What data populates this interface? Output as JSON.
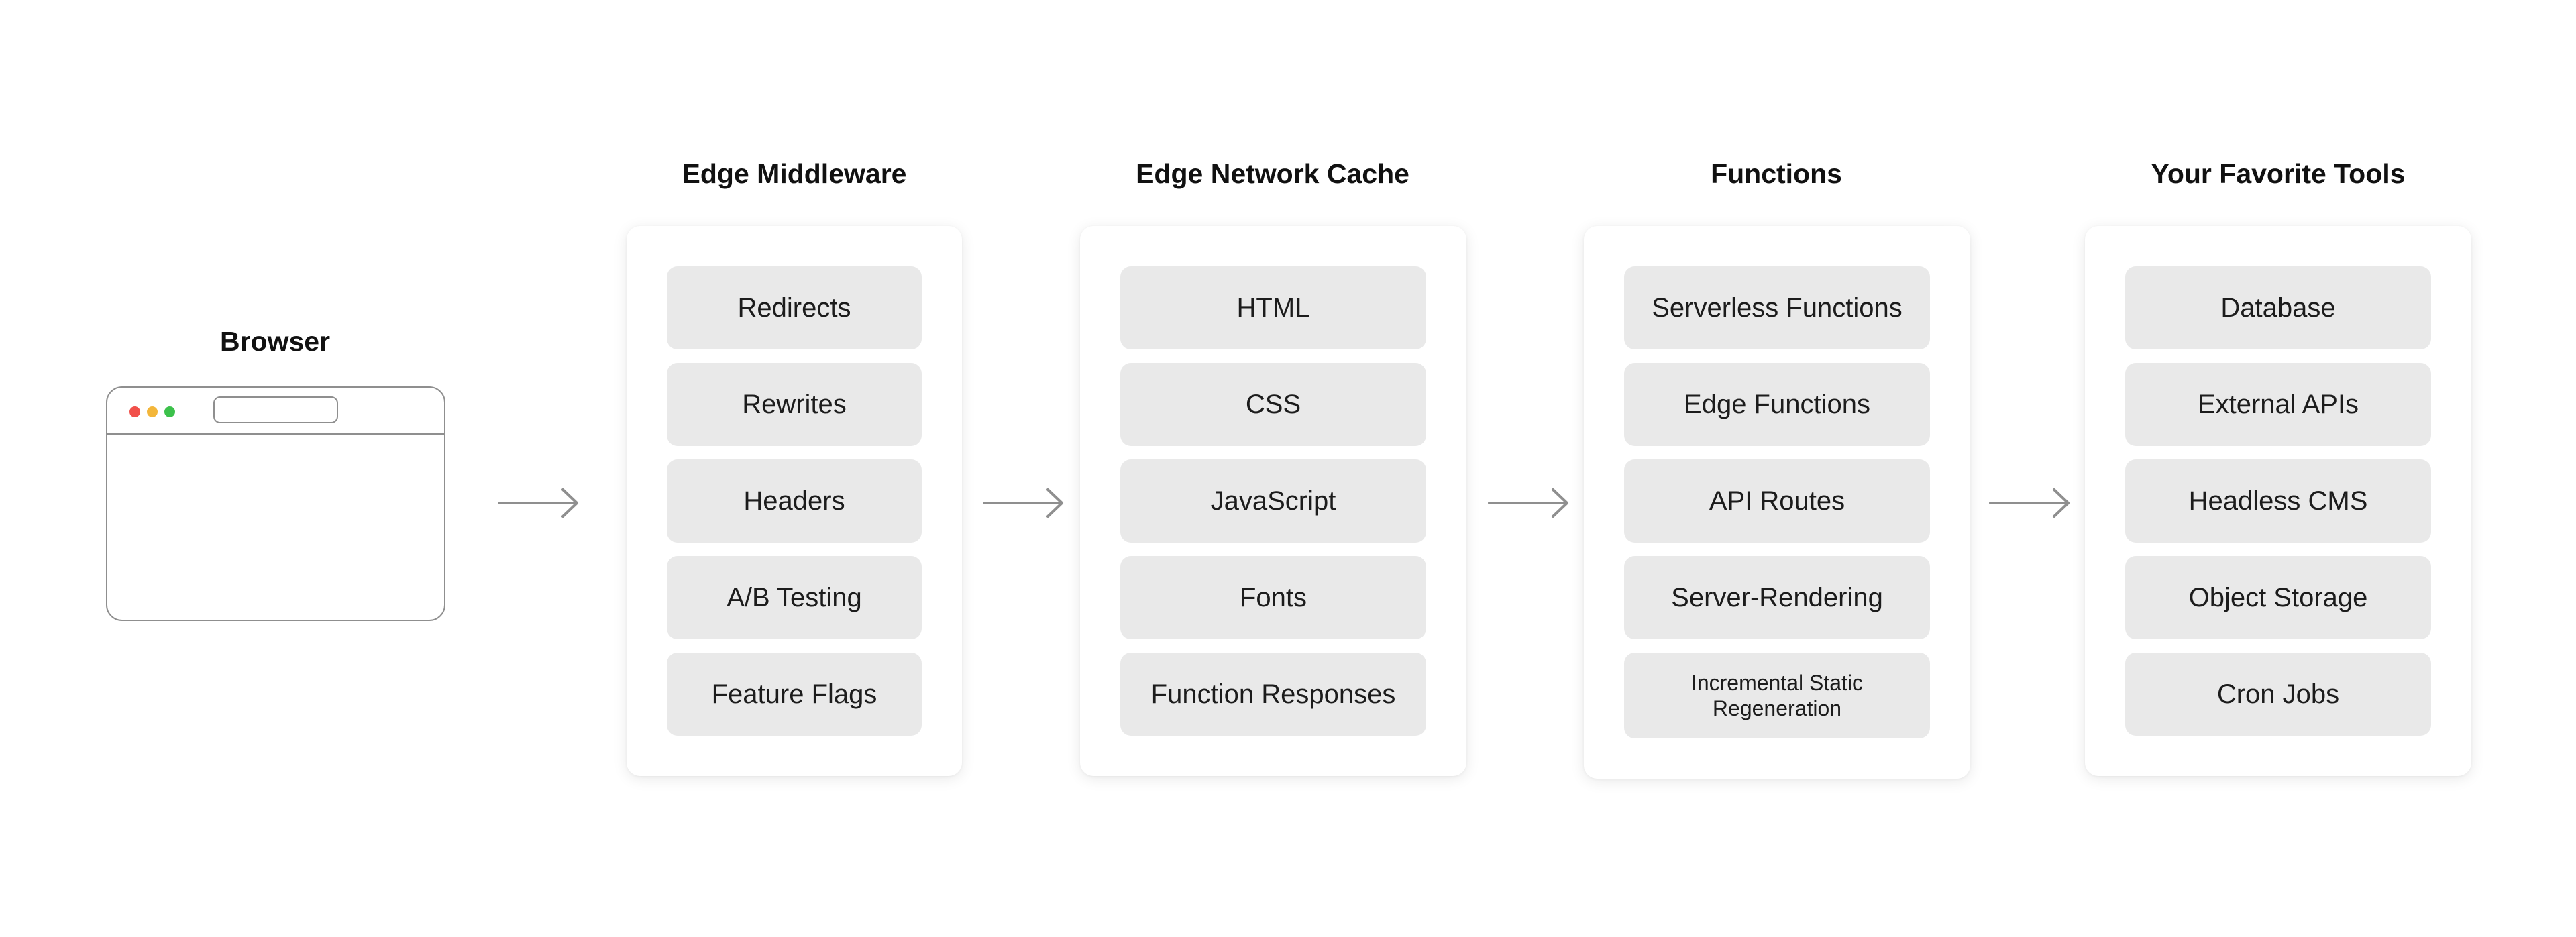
{
  "browser": {
    "label": "Browser"
  },
  "columns": [
    {
      "title": "Edge Middleware",
      "items": [
        "Redirects",
        "Rewrites",
        "Headers",
        "A/B Testing",
        "Feature Flags"
      ]
    },
    {
      "title": "Edge Network Cache",
      "items": [
        "HTML",
        "CSS",
        "JavaScript",
        "Fonts",
        "Function Responses"
      ]
    },
    {
      "title": "Functions",
      "items": [
        "Serverless Functions",
        "Edge Functions",
        "API Routes",
        "Server-Rendering",
        "Incremental Static Regeneration"
      ]
    },
    {
      "title": "Your Favorite Tools",
      "items": [
        "Database",
        "External APIs",
        "Headless CMS",
        "Object Storage",
        "Cron Jobs"
      ]
    }
  ],
  "colors": {
    "item_bg": "#e9e9e9",
    "arrow": "#8f8f8f",
    "card_bg": "#ffffff"
  }
}
